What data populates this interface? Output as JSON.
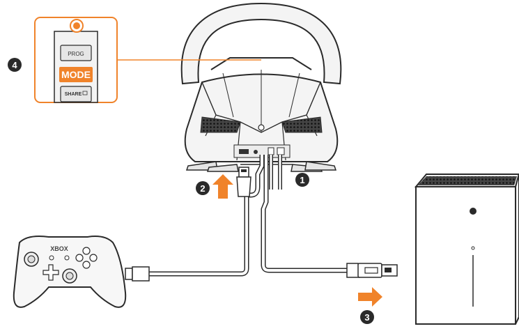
{
  "colors": {
    "accent": "#f0832a",
    "line": "#2a2a2a",
    "bubble": "#2a2a2a",
    "white": "#ffffff"
  },
  "steps": [
    "1",
    "2",
    "3",
    "4"
  ],
  "remote": {
    "prog": "PROG",
    "mode": "MODE",
    "share": "SHARE"
  },
  "controller": {
    "brand": "XBOX"
  },
  "icons": [
    "steering-wheel-icon",
    "usb-plug-icon",
    "xbox-controller-icon",
    "xbox-console-icon",
    "arrow-up-icon",
    "arrow-right-icon",
    "led-indicator-icon"
  ]
}
